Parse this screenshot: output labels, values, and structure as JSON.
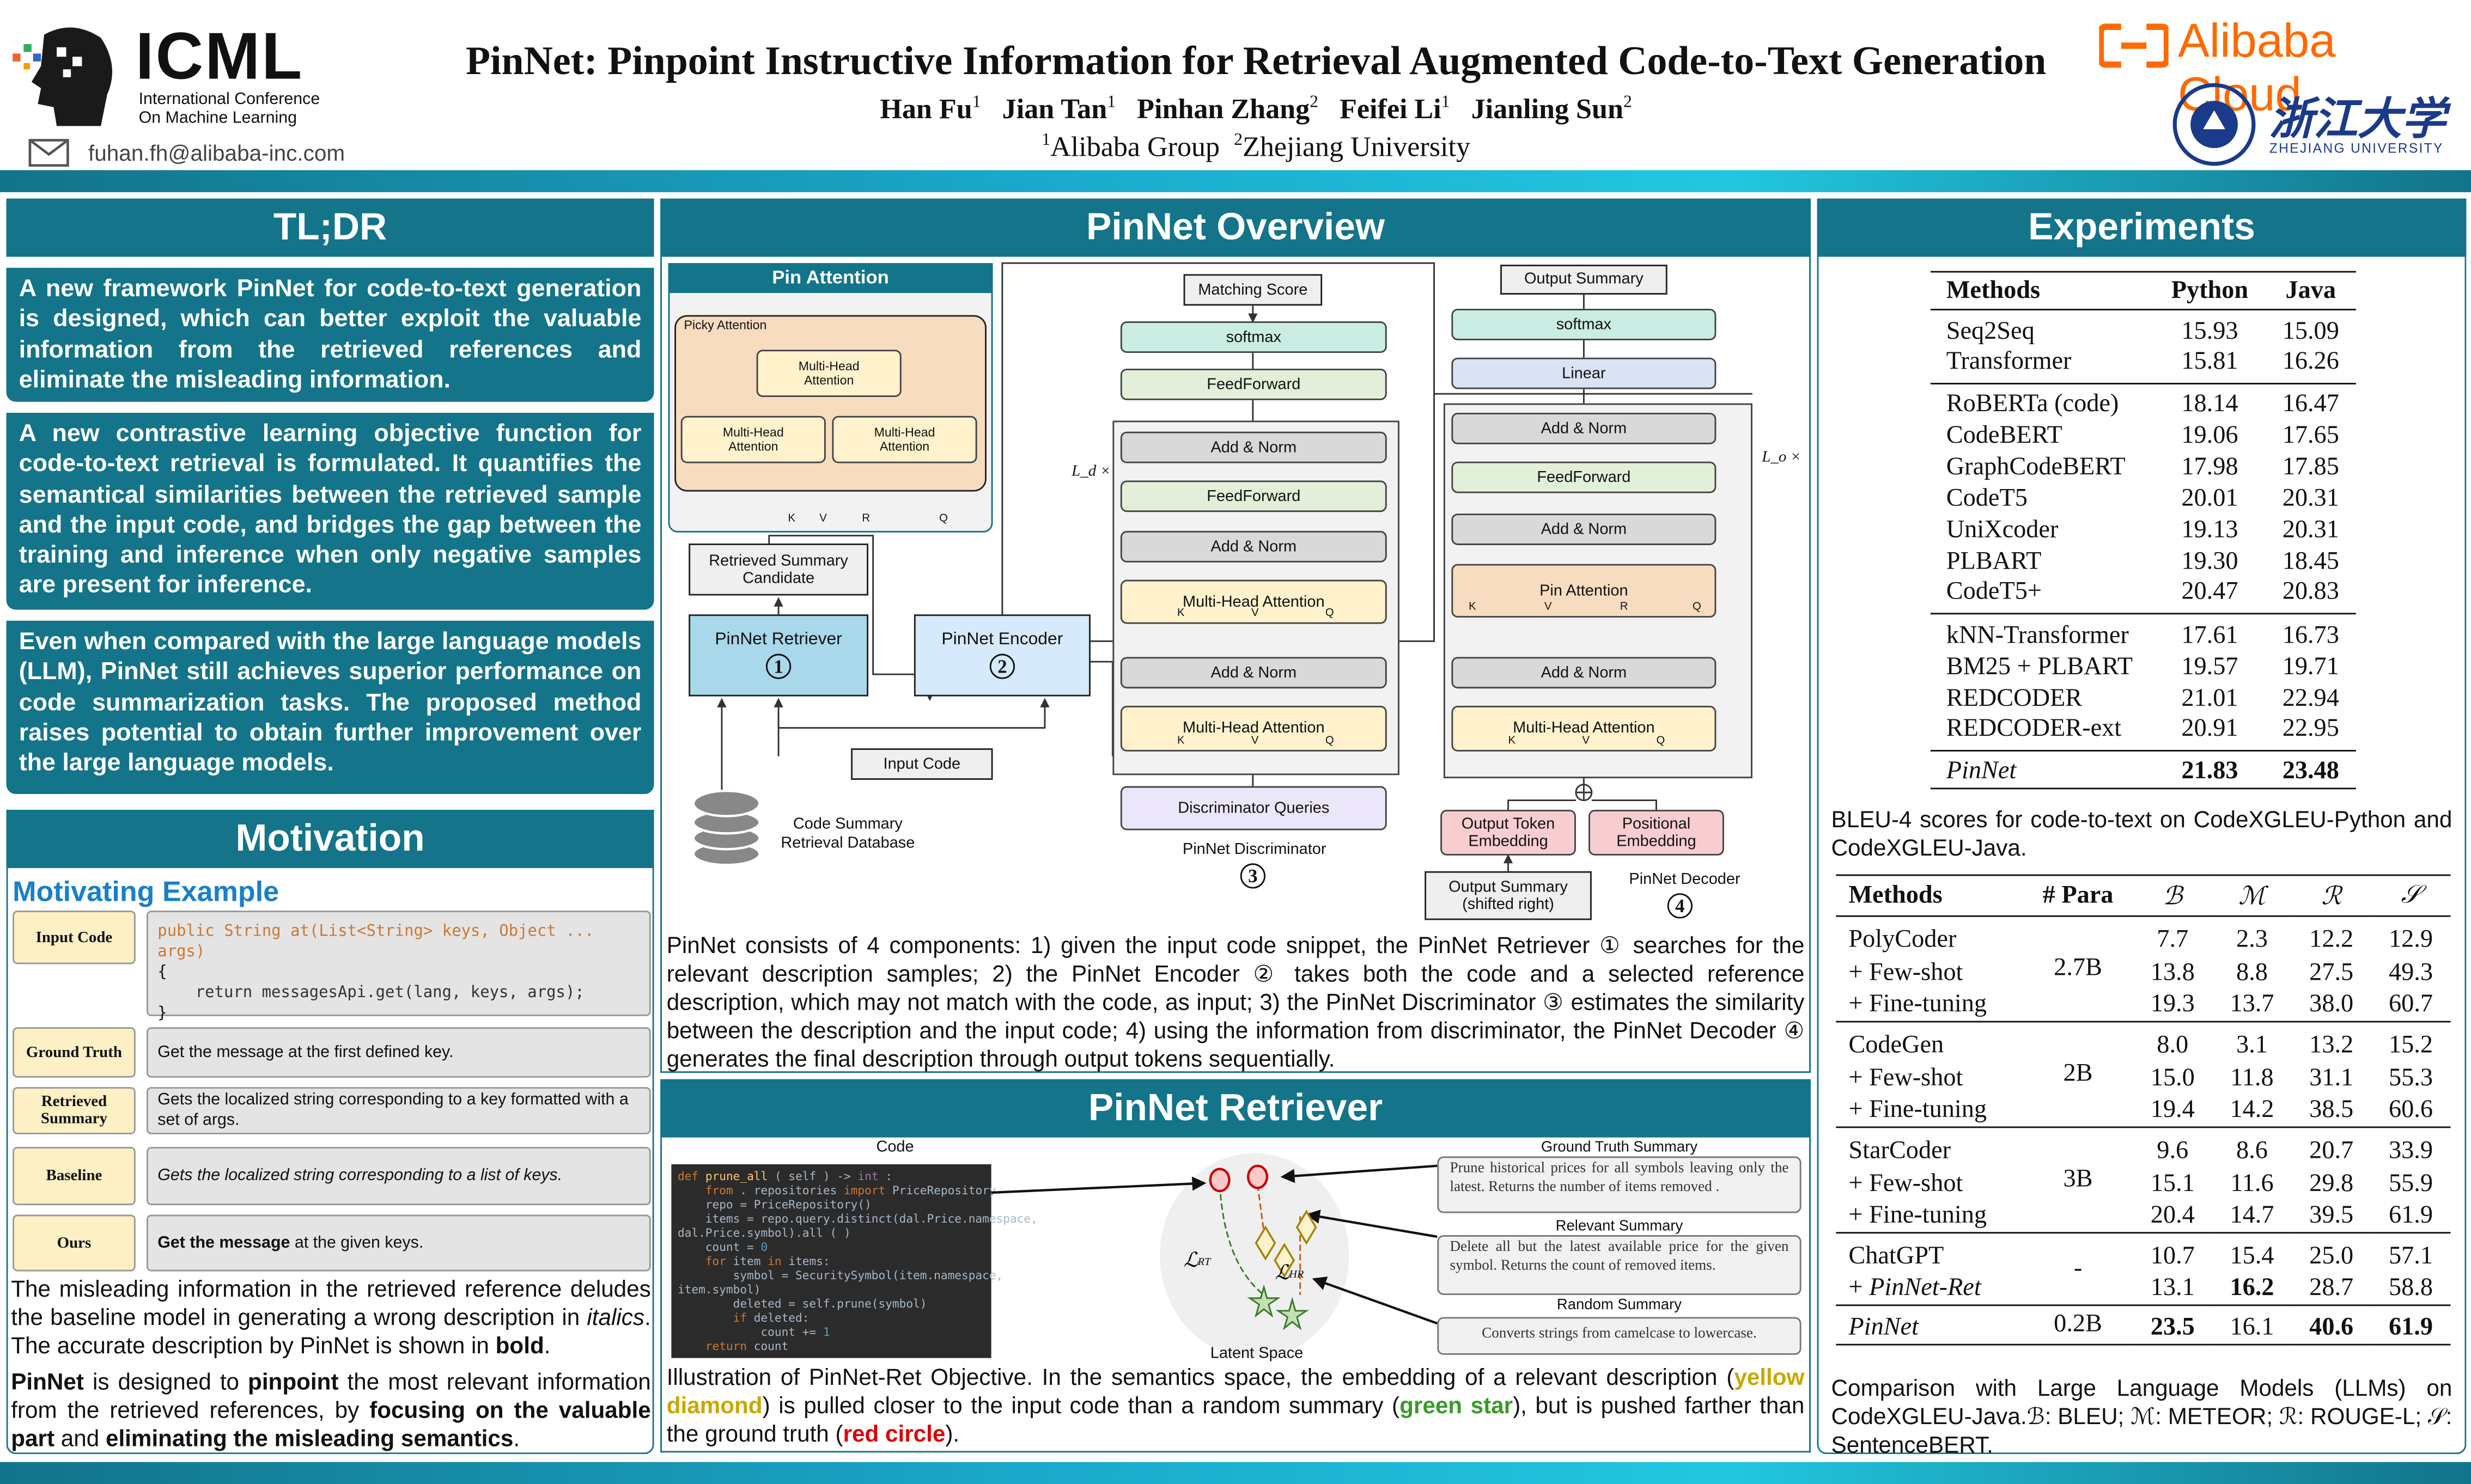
{
  "header": {
    "conf_logo": "ICML",
    "conf_sub1": "International Conference",
    "conf_sub2": "On Machine Learning",
    "email": "fuhan.fh@alibaba-inc.com",
    "title": "PinNet: Pinpoint Instructive Information for Retrieval Augmented Code-to-Text Generation",
    "authors": [
      {
        "name": "Han Fu",
        "aff": "1"
      },
      {
        "name": "Jian Tan",
        "aff": "1"
      },
      {
        "name": "Pinhan Zhang",
        "aff": "2"
      },
      {
        "name": "Feifei Li",
        "aff": "1"
      },
      {
        "name": "Jianling Sun",
        "aff": "2"
      }
    ],
    "affiliations": [
      {
        "num": "1",
        "name": "Alibaba Group"
      },
      {
        "num": "2",
        "name": "Zhejiang University"
      }
    ],
    "alibaba_logo": "Alibaba Cloud",
    "zju_logo_cn": "浙江大学",
    "zju_logo_en": "ZHEJIANG UNIVERSITY",
    "accent": "#13748a"
  },
  "tldr": {
    "title": "TL;DR",
    "points": [
      "A new framework PinNet for code-to-text generation is designed, which can better exploit the valuable information from the retrieved references and eliminate the misleading information.",
      "A new contrastive learning objective function for code-to-text retrieval is formulated. It quantifies the semantical similarities between the retrieved sample and the input code, and bridges the gap between the training and inference when only negative samples are present for inference.",
      "Even when compared with the large language models (LLM), PinNet still achieves superior performance on code summarization tasks. The proposed method raises potential to obtain further improvement over the large language models."
    ]
  },
  "motivation": {
    "title": "Motivation",
    "subtitle": "Motivating Example",
    "rows": [
      {
        "label": "Input Code",
        "code1": "public String at(List<String> keys, Object ... args)",
        "code2": "{",
        "code3": "return messagesApi.get(lang, keys, args);",
        "code4": "}"
      },
      {
        "label": "Ground Truth",
        "text": "Get the message at the first defined key."
      },
      {
        "label": "Retrieved Summary",
        "text": "Gets the localized string corresponding to a key formatted with a set of args."
      },
      {
        "label": "Baseline",
        "text": "Gets the localized string corresponding to a list of keys."
      },
      {
        "label": "Ours",
        "bold": "Get the message",
        "text": " at the given keys."
      }
    ],
    "p1": {
      "a": "The misleading information in the retrieved reference deludes the baseline model in generating a wrong description in ",
      "b": "italics",
      "c": ". The accurate description by PinNet is shown in ",
      "d": "bold",
      "e": "."
    },
    "p2": {
      "a": "PinNet",
      "b": " is designed to ",
      "c": "pinpoint",
      "d": " the most relevant information from the retrieved references, by ",
      "e": "focusing on the valuable part",
      "f": " and ",
      "g": "eliminating the misleading semantics",
      "h": "."
    }
  },
  "overview": {
    "title": "PinNet Overview",
    "pin_attention": {
      "title": "Pin Attention",
      "picky": "Picky Attention",
      "mha": "Multi-Head Attention",
      "k": "K",
      "v": "V",
      "q": "Q",
      "r": "R"
    },
    "retrieved_candidate": "Retrieved Summary Candidate",
    "retriever": "PinNet Retriever",
    "retriever_num": "1",
    "encoder": "PinNet Encoder",
    "encoder_num": "2",
    "input_code": "Input Code",
    "database": "Code Summary Retrieval Database",
    "disc": {
      "matching": "Matching Score",
      "softmax": "softmax",
      "ff": "FeedForward",
      "addnorm": "Add & Norm",
      "mha": "Multi-Head Attention",
      "queries": "Discriminator Queries",
      "name": "PinNet Discriminator",
      "num": "3",
      "repeat": "L_d ×"
    },
    "dec": {
      "output": "Output Summary",
      "softmax": "softmax",
      "linear": "Linear",
      "addnorm": "Add & Norm",
      "ff": "FeedForward",
      "pin": "Pin Attention",
      "mha": "Multi-Head Attention",
      "tok": "Output Token Embedding",
      "pos": "Positional Embedding",
      "shifted": "Output Summary (shifted right)",
      "name": "PinNet Decoder",
      "num": "4",
      "repeat": "L_o ×"
    },
    "description": "PinNet consists of 4 components: 1) given the input code snippet, the PinNet Retriever ① searches for the relevant description samples; 2) the PinNet Encoder ② takes both the code and a selected reference description, which may not match with the code, as input; 3) the PinNet Discriminator ③ estimates the similarity between the description and the input code; 4) using the information from discriminator, the PinNet Decoder ④ generates the final description through output tokens sequentially."
  },
  "retriever": {
    "title": "PinNet Retriever",
    "code_label": "Code",
    "latent_label": "Latent Space",
    "l_rt": "RT",
    "l_hr": "HR",
    "gt_label": "Ground Truth Summary",
    "gt_text": "Prune historical prices for all symbols leaving only the latest. Returns the number of items removed .",
    "rel_label": "Relevant Summary",
    "rel_text": "Delete all but the latest available price for the given symbol. Returns the count of removed items.",
    "rand_label": "Random Summary",
    "rand_text": "Converts strings from camelcase to lowercase.",
    "caption": {
      "a": "Illustration of PinNet-Ret Objective. In the semantics space, the embedding of a relevant description (",
      "b": "yellow diamond",
      "c": ") is pulled closer to the input code than a random summary (",
      "d": "green star",
      "e": "), but is pushed farther than the ground truth (",
      "f": "red circle",
      "g": ")."
    }
  },
  "experiments": {
    "title": "Experiments",
    "table1": {
      "headers": [
        "Methods",
        "Python",
        "Java"
      ],
      "groups": [
        [
          [
            "Seq2Seq",
            "15.93",
            "15.09"
          ],
          [
            "Transformer",
            "15.81",
            "16.26"
          ]
        ],
        [
          [
            "RoBERTa (code)",
            "18.14",
            "16.47"
          ],
          [
            "CodeBERT",
            "19.06",
            "17.65"
          ],
          [
            "GraphCodeBERT",
            "17.98",
            "17.85"
          ],
          [
            "CodeT5",
            "20.01",
            "20.31"
          ],
          [
            "UniXcoder",
            "19.13",
            "20.31"
          ],
          [
            "PLBART",
            "19.30",
            "18.45"
          ],
          [
            "CodeT5+",
            "20.47",
            "20.83"
          ]
        ],
        [
          [
            "kNN-Transformer",
            "17.61",
            "16.73"
          ],
          [
            "BM25 + PLBART",
            "19.57",
            "19.71"
          ],
          [
            "REDCODER",
            "21.01",
            "22.94"
          ],
          [
            "REDCODER-ext",
            "20.91",
            "22.95"
          ]
        ],
        [
          [
            "PinNet",
            "21.83",
            "23.48"
          ]
        ]
      ],
      "caption": "BLEU-4 scores for code-to-text on CodeXGLEU-Python and CodeXGLEU-Java."
    },
    "table2": {
      "headers": [
        "Methods",
        "# Para",
        "ℬ",
        "ℳ",
        "ℛ",
        "𝒮"
      ],
      "groups": [
        {
          "para": "2.7B",
          "rows": [
            [
              "PolyCoder",
              "7.7",
              "2.3",
              "12.2",
              "12.9"
            ],
            [
              "+  Few-shot",
              "13.8",
              "8.8",
              "27.5",
              "49.3"
            ],
            [
              "+  Fine-tuning",
              "19.3",
              "13.7",
              "38.0",
              "60.7"
            ]
          ]
        },
        {
          "para": "2B",
          "rows": [
            [
              "CodeGen",
              "8.0",
              "3.1",
              "13.2",
              "15.2"
            ],
            [
              "+  Few-shot",
              "15.0",
              "11.8",
              "31.1",
              "55.3"
            ],
            [
              "+  Fine-tuning",
              "19.4",
              "14.2",
              "38.5",
              "60.6"
            ]
          ]
        },
        {
          "para": "3B",
          "rows": [
            [
              "StarCoder",
              "9.6",
              "8.6",
              "20.7",
              "33.9"
            ],
            [
              "+  Few-shot",
              "15.1",
              "11.6",
              "29.8",
              "55.9"
            ],
            [
              "+  Fine-tuning",
              "20.4",
              "14.7",
              "39.5",
              "61.9"
            ]
          ]
        },
        {
          "para": "-",
          "rows": [
            [
              "ChatGPT",
              "10.7",
              "15.4",
              "25.0",
              "57.1"
            ],
            [
              "+  PinNet-Ret",
              "13.1",
              "16.2",
              "28.7",
              "58.8"
            ]
          ]
        },
        {
          "para": "0.2B",
          "rows": [
            [
              "PinNet",
              "23.5",
              "16.1",
              "40.6",
              "61.9"
            ]
          ]
        }
      ],
      "caption": "Comparison with Large Language Models (LLMs) on CodeXGLEU-Java.ℬ: BLEU; ℳ: METEOR; ℛ: ROUGE-L; 𝒮: SentenceBERT."
    }
  }
}
